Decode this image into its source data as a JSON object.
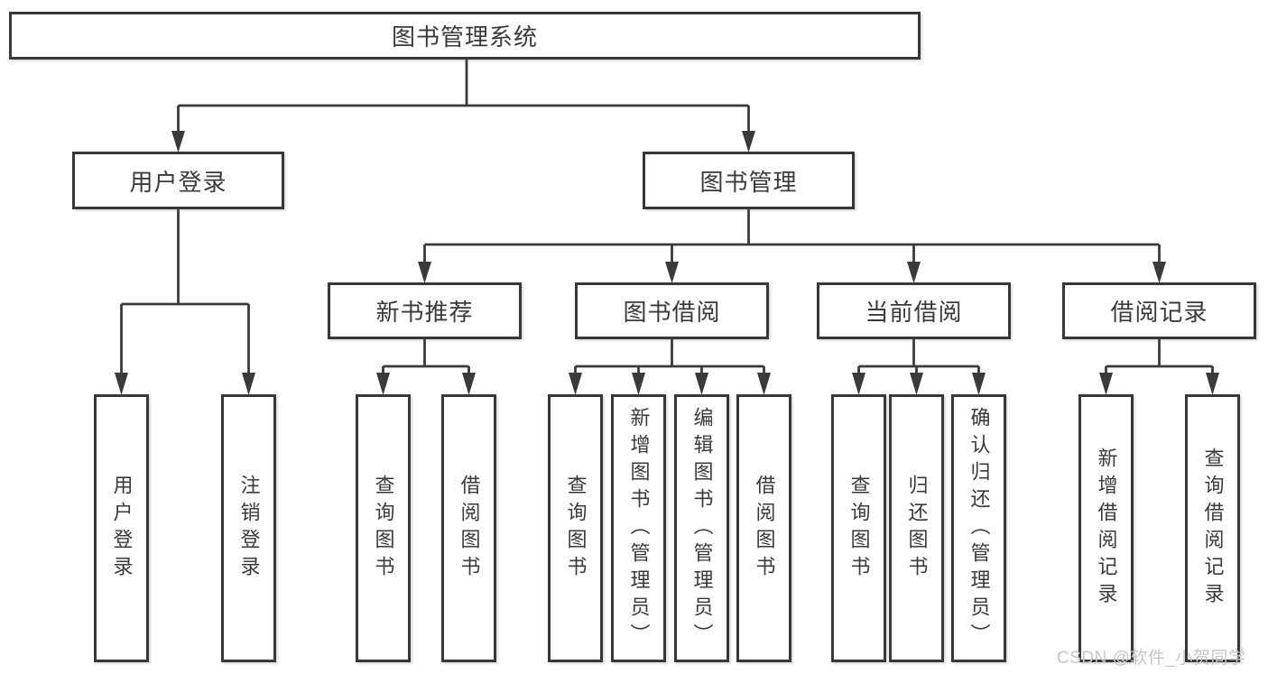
{
  "root": {
    "label": "图书管理系统"
  },
  "branches": {
    "user_login": {
      "label": "用户登录"
    },
    "book_management": {
      "label": "图书管理"
    }
  },
  "modules": {
    "new_book_recommend": {
      "label": "新书推荐"
    },
    "book_borrow": {
      "label": "图书借阅"
    },
    "current_borrow": {
      "label": "当前借阅"
    },
    "borrow_records": {
      "label": "借阅记录"
    }
  },
  "leaves": {
    "user_login": "用户登录",
    "logout": "注销登录",
    "recommend_query_book": "查询图书",
    "recommend_borrow_book": "借阅图书",
    "borrow_query_book": "查询图书",
    "borrow_add_book": "新增图书（管理员）",
    "borrow_edit_book": "编辑图书（管理员）",
    "borrow_borrow_book": "借阅图书",
    "current_query_book": "查询图书",
    "current_return_book": "归还图书",
    "current_confirm_return": "确认归还（管理员）",
    "records_add_record": "新增借阅记录",
    "records_query_record": "查询借阅记录"
  },
  "watermark": "CSDN @软件_小贺同学",
  "colors": {
    "line": "#3a3a3a",
    "box_border": "#383838",
    "box_background": "#ffffff",
    "text": "#3a3a3a",
    "watermark": "#c6c6c6"
  }
}
